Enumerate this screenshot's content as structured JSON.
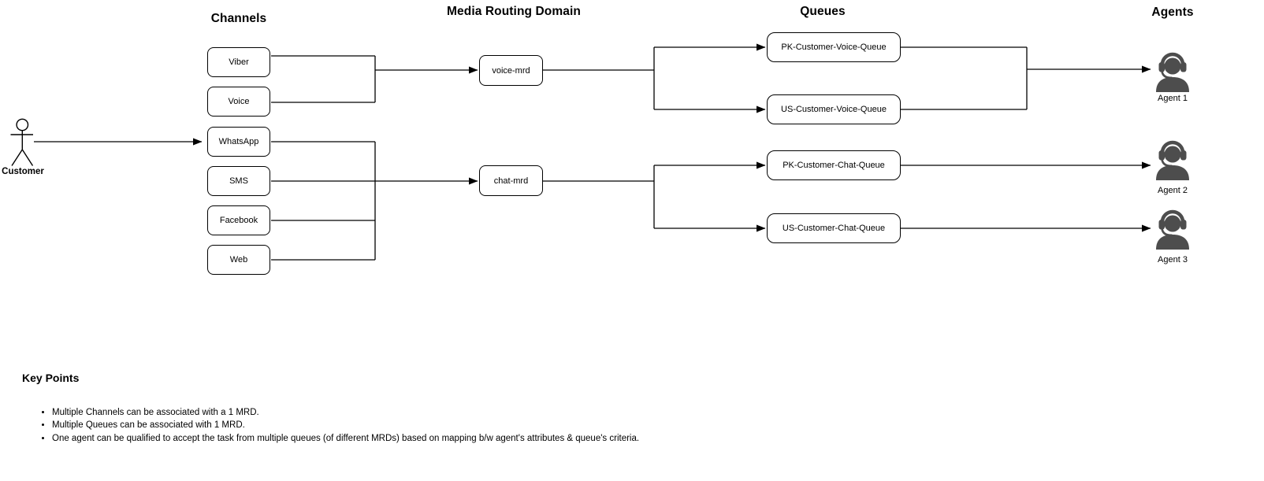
{
  "diagram": {
    "columns": {
      "channels_title": "Channels",
      "mrd_title": "Media Routing Domain",
      "queues_title": "Queues",
      "agents_title": "Agents"
    },
    "customer": {
      "label": "Customer"
    },
    "channels": [
      {
        "label": "Viber"
      },
      {
        "label": "Voice"
      },
      {
        "label": "WhatsApp"
      },
      {
        "label": "SMS"
      },
      {
        "label": "Facebook"
      },
      {
        "label": "Web"
      }
    ],
    "mrds": [
      {
        "label": "voice-mrd"
      },
      {
        "label": "chat-mrd"
      }
    ],
    "queues": [
      {
        "label": "PK-Customer-Voice-Queue"
      },
      {
        "label": "US-Customer-Voice-Queue"
      },
      {
        "label": "PK-Customer-Chat-Queue"
      },
      {
        "label": "US-Customer-Chat-Queue"
      }
    ],
    "agents": [
      {
        "label": "Agent 1"
      },
      {
        "label": "Agent 2"
      },
      {
        "label": "Agent 3"
      }
    ]
  },
  "key_points": {
    "title": "Key Points",
    "bullets": [
      "Multiple Channels can be associated with a 1 MRD.",
      "Multiple Queues can be associated with 1 MRD.",
      "One agent can be qualified to accept the task from multiple queues (of different MRDs) based on mapping b/w agent's attributes & queue's criteria."
    ]
  },
  "colors": {
    "background": "#ffffff",
    "line": "#000000",
    "node_border": "#000000",
    "node_fill": "#ffffff",
    "agent_icon": "#4d4d4d",
    "text": "#000000"
  }
}
